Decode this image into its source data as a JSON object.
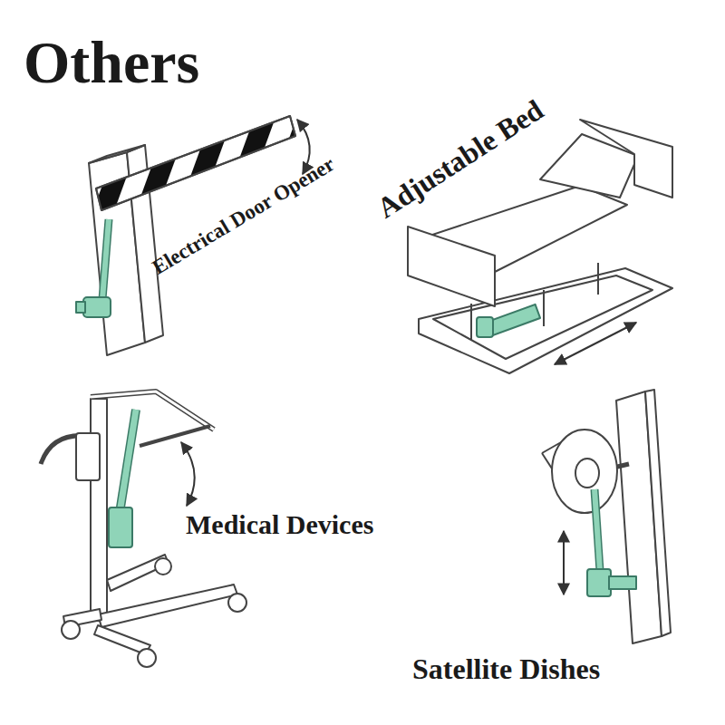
{
  "diagram": {
    "title": "Others",
    "labels": [
      "Electrical Door Opener",
      "Adjustable Bed",
      "Medical Devices",
      "Satellite Dishes"
    ]
  }
}
